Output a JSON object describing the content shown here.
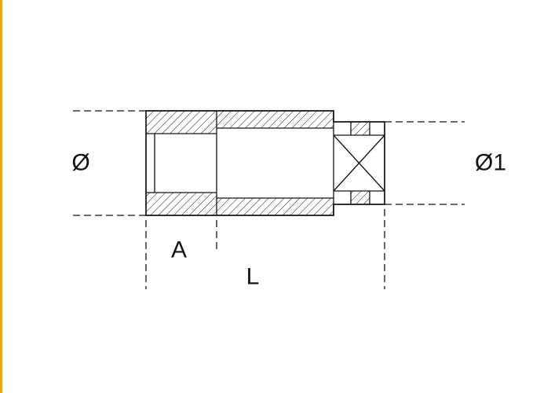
{
  "page": {
    "background": "#ffffff",
    "accent_bar_color": "#f7a600"
  },
  "diagram": {
    "description": "Technical cross-section drawing of a deep socket wrench with dimension callouts",
    "colors": {
      "line": "#141414",
      "accent": "#f7a600"
    },
    "labels": {
      "dia_left": "Ø",
      "dia_right": "Ø1",
      "depth": "A",
      "length": "L"
    }
  }
}
